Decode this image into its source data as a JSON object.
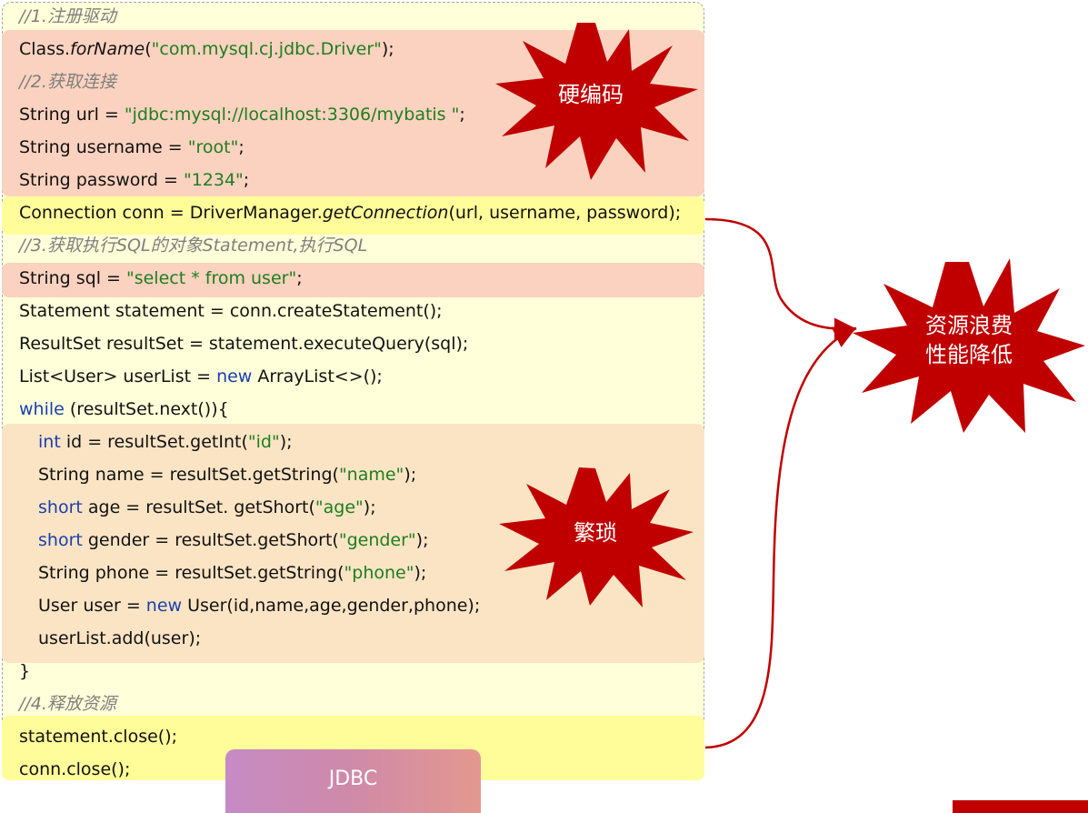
{
  "code": {
    "comment1": "//1.注册驱动",
    "l_class": {
      "a": "Class.",
      "b": "forName",
      "c": "(",
      "d": "\"com.mysql.cj.jdbc.Driver\"",
      "e": ");"
    },
    "comment2": "//2.获取连接",
    "l_url": {
      "a": "String url = ",
      "b": "\"jdbc:mysql://localhost:3306/mybatis \"",
      "c": ";"
    },
    "l_user": {
      "a": "String username = ",
      "b": "\"root\"",
      "c": ";"
    },
    "l_pass": {
      "a": "String password = ",
      "b": "\"1234\"",
      "c": ";"
    },
    "l_conn": {
      "a": "Connection conn = DriverManager.",
      "b": "getConnection",
      "c": "(url, username, password);"
    },
    "comment3": "//3.获取执行SQL的对象Statement,执行SQL",
    "l_sql": {
      "a": "String sql = ",
      "b": "\"select * from user\"",
      "c": ";"
    },
    "l_stmt": "Statement statement = conn.createStatement();",
    "l_rs": "ResultSet resultSet = statement.executeQuery(sql);",
    "l_list": {
      "a": "List<User> userList = ",
      "b": "new",
      "c": " ArrayList<>();"
    },
    "l_while": {
      "a": "while",
      "b": " (resultSet.next()){"
    },
    "l_id": {
      "a": "int",
      "b": " id = resultSet.getInt(",
      "c": "\"id\"",
      "d": ");"
    },
    "l_name": {
      "a": "String name = resultSet.getString(",
      "b": "\"name\"",
      "c": ");"
    },
    "l_age": {
      "a": "short",
      "b": " age = resultSet. getShort(",
      "c": "\"age\"",
      "d": ");"
    },
    "l_gender": {
      "a": "short",
      "b": " gender = resultSet.getShort(",
      "c": "\"gender\"",
      "d": ");"
    },
    "l_phone": {
      "a": "String phone = resultSet.getString(",
      "b": "\"phone\"",
      "c": ");"
    },
    "l_newuser": {
      "a": "User user = ",
      "b": "new",
      "c": " User(id,name,age,gender,phone);"
    },
    "l_add": "userList.add(user);",
    "l_close_brace": "}",
    "comment4": "//4.释放资源",
    "l_stclose": "statement.close();",
    "l_cnclose": "conn.close();"
  },
  "callouts": {
    "hardcode": "硬编码",
    "tedious": "繁琐",
    "resource_line1": "资源浪费",
    "resource_line2": "性能降低"
  },
  "tab_label": "JDBC",
  "colors": {
    "panel_bg": "#ffffd9",
    "highlight_red": "#fbd2bf",
    "highlight_yellow": "#fffc9a",
    "highlight_orange": "#fbe4c4",
    "burst_red": "#c00000",
    "string_green": "#1f7d1f",
    "keyword_blue": "#1a3fae",
    "comment_gray": "#7f7f7f"
  }
}
